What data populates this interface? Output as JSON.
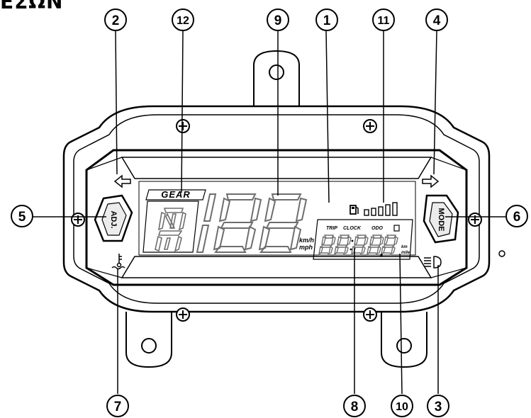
{
  "brand_text": "ΕΣΩΝ",
  "callouts": [
    "1",
    "2",
    "3",
    "4",
    "5",
    "6",
    "7",
    "8",
    "9",
    "10",
    "11",
    "12"
  ],
  "buttons": {
    "left": "ADJ.",
    "right": "MODE"
  },
  "lcd": {
    "gear_label": "GEAR",
    "speed_unit_kmh": "km/h",
    "speed_unit_mph": "mph",
    "trip_label": "TRIP",
    "clock_label": "CLOCK",
    "odo_label": "ODO",
    "dist_unit_km": "km",
    "dist_unit_mile": "mile"
  },
  "fuel_bars": 5,
  "colors": {
    "outline": "#000000",
    "lcd_gray": "#6e6e6e",
    "panel_fill": "#ffffff"
  }
}
